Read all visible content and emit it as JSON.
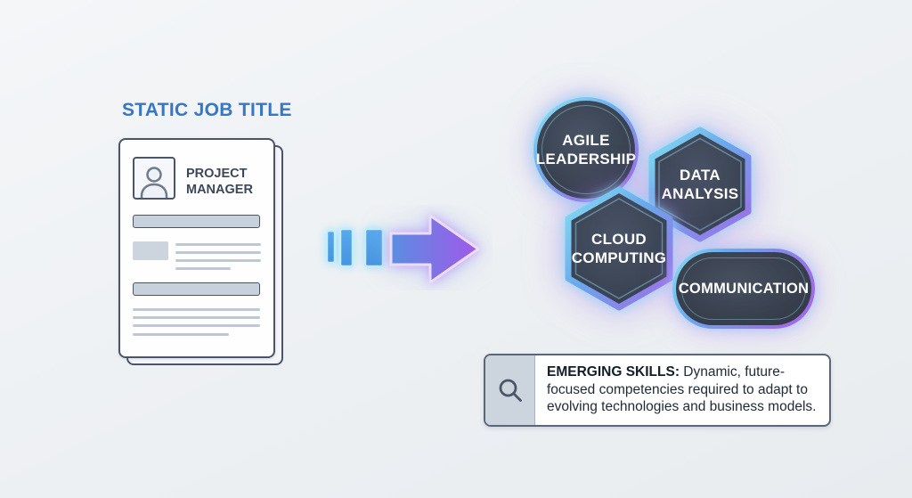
{
  "header": {
    "title": "STATIC JOB TITLE"
  },
  "resume_card": {
    "job_title": "PROJECT MANAGER"
  },
  "skills": {
    "items": [
      {
        "label": "AGILE LEADERSHIP",
        "shape": "circle"
      },
      {
        "label": "DATA ANALYSIS",
        "shape": "hexagon"
      },
      {
        "label": "CLOUD COMPUTING",
        "shape": "hexagon"
      },
      {
        "label": "COMMUNICATION",
        "shape": "pill"
      }
    ]
  },
  "search_bar": {
    "label_bold": "EMERGING SKILLS:",
    "label_rest": " Dynamic, future-focused competencies required to adapt to evolving technologies and business models."
  },
  "icons": {
    "person": "person-icon",
    "search": "search-icon",
    "arrow": "transition-arrow-icon"
  },
  "colors": {
    "title_blue": "#3577c5",
    "badge_fill_dark": "#39424f",
    "gradient_cyan": "#85e0f2",
    "gradient_purple": "#a06ae8",
    "arrow_blue": "#4a9fe6",
    "arrow_purple": "#a158e8",
    "card_border": "#4b5468",
    "background": "#edf0f3"
  }
}
